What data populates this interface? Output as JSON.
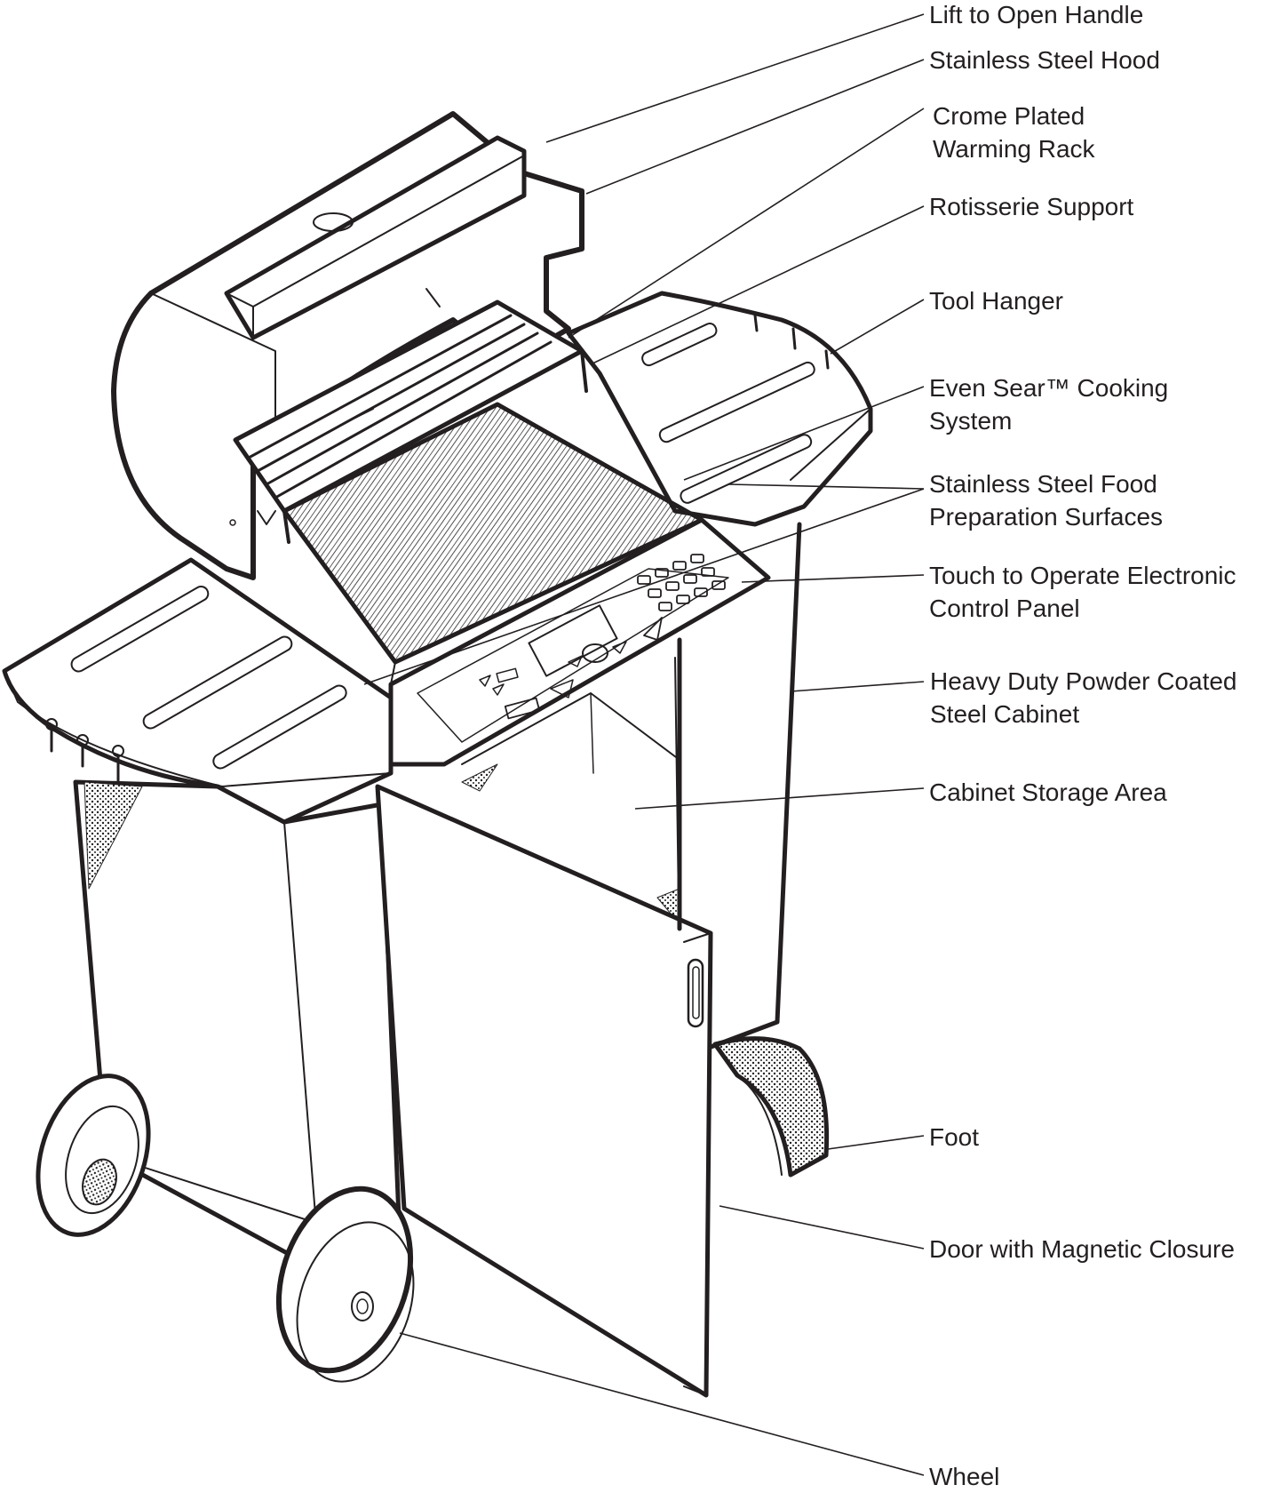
{
  "callouts": [
    {
      "id": "lift-handle",
      "lines": [
        "Lift to Open Handle"
      ]
    },
    {
      "id": "hood",
      "lines": [
        "Stainless Steel Hood"
      ]
    },
    {
      "id": "warming-rack",
      "lines": [
        "Crome Plated",
        "Warming Rack"
      ]
    },
    {
      "id": "rotisserie",
      "lines": [
        "Rotisserie Support"
      ]
    },
    {
      "id": "tool-hanger",
      "lines": [
        "Tool Hanger"
      ]
    },
    {
      "id": "even-sear",
      "lines": [
        "Even Sear™ Cooking",
        "System"
      ]
    },
    {
      "id": "food-prep",
      "lines": [
        "Stainless Steel Food",
        "Preparation Surfaces"
      ]
    },
    {
      "id": "control-panel",
      "lines": [
        "Touch to Operate Electronic",
        "Control Panel"
      ]
    },
    {
      "id": "cabinet",
      "lines": [
        "Heavy Duty Powder Coated",
        "Steel Cabinet"
      ]
    },
    {
      "id": "storage",
      "lines": [
        "Cabinet Storage Area"
      ]
    },
    {
      "id": "foot",
      "lines": [
        "Foot"
      ]
    },
    {
      "id": "door",
      "lines": [
        "Door with Magnetic Closure"
      ]
    },
    {
      "id": "wheel",
      "lines": [
        "Wheel"
      ]
    }
  ],
  "colors": {
    "ink": "#231f20",
    "paper": "#ffffff"
  }
}
